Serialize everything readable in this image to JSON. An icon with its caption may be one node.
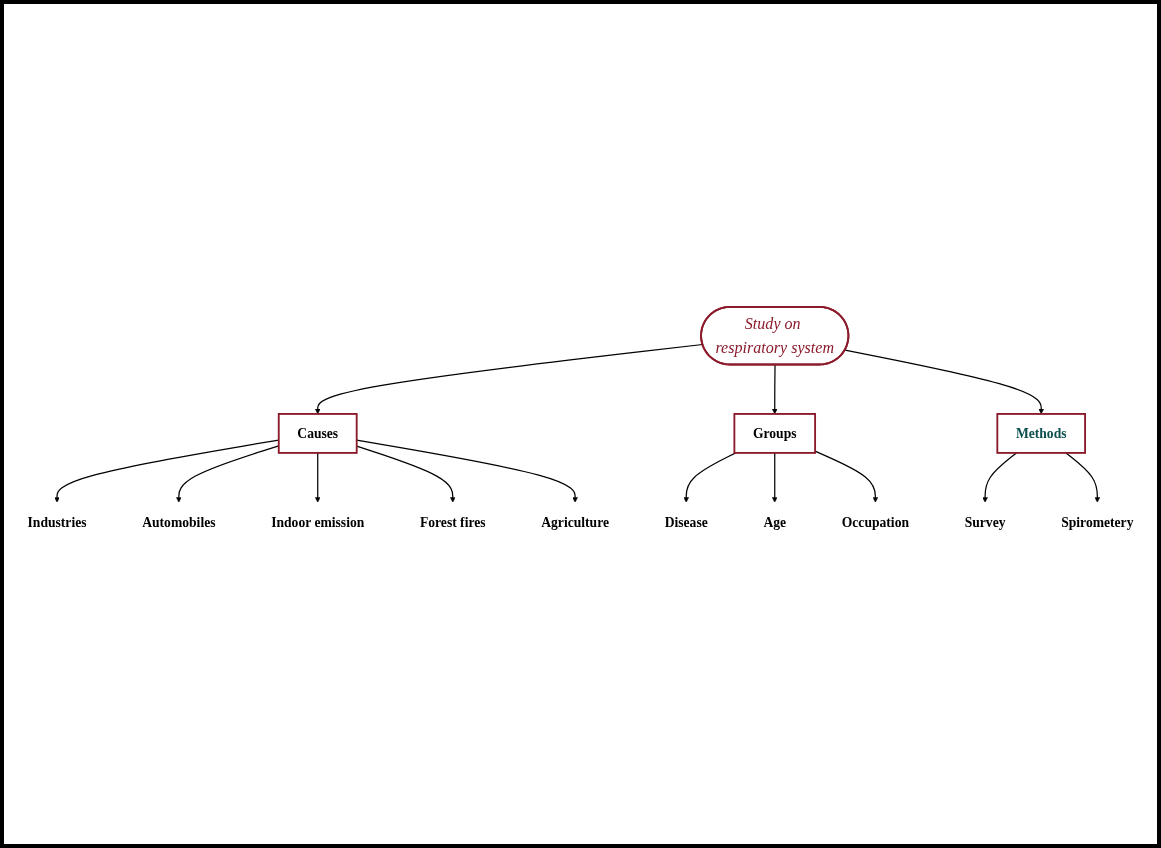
{
  "diagram": {
    "nodes": [
      {
        "text": [
          "Study on respiratory system"
        ]
      },
      {
        "text": [
          "Causes"
        ]
      },
      {
        "text": [
          "Groups"
        ]
      },
      {
        "text": [
          "Methods"
        ]
      },
      {
        "text": [
          "Industries"
        ]
      },
      {
        "text": [
          "Automobiles"
        ]
      },
      {
        "text": [
          "Indoor emission"
        ]
      },
      {
        "text": [
          "Forest fires"
        ]
      },
      {
        "text": [
          "Agriculture"
        ]
      },
      {
        "text": [
          "Disease"
        ]
      },
      {
        "text": [
          "Age"
        ]
      },
      {
        "text": [
          "Occupation"
        ]
      },
      {
        "text": [
          "Survey"
        ]
      },
      {
        "text": [
          "Spirometery"
        ]
      }
    ],
    "edges": [
      {
        "from": 0,
        "to": 1,
        "arrow": "to"
      },
      {
        "from": 0,
        "to": 2,
        "arrow": "to"
      },
      {
        "from": 0,
        "to": 3,
        "arrow": "to"
      },
      {
        "from": 1,
        "to": 4,
        "arrow": "to"
      },
      {
        "from": 1,
        "to": 5,
        "arrow": "to"
      },
      {
        "from": 1,
        "to": 6,
        "arrow": "to"
      },
      {
        "from": 1,
        "to": 7,
        "arrow": "to"
      },
      {
        "from": 1,
        "to": 8,
        "arrow": "to"
      },
      {
        "from": 2,
        "to": 9,
        "arrow": "to"
      },
      {
        "from": 2,
        "to": 10,
        "arrow": "to"
      },
      {
        "from": 2,
        "to": 11,
        "arrow": "to"
      },
      {
        "from": 3,
        "to": 12,
        "arrow": "to"
      },
      {
        "from": 3,
        "to": 13,
        "arrow": "to"
      }
    ]
  }
}
